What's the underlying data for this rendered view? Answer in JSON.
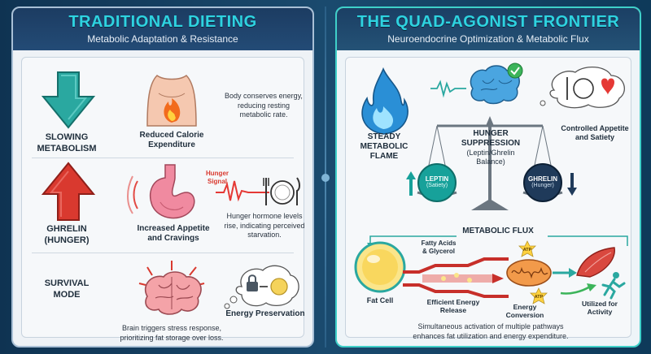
{
  "left_panel": {
    "title": "TRADITIONAL DIETING",
    "subtitle": "Metabolic Adaptation & Resistance",
    "rows": [
      {
        "label_line1": "SLOWING",
        "label_line2": "METABOLISM",
        "caption_line1": "Reduced Calorie",
        "caption_line2": "Expenditure",
        "desc_line1": "Body conserves energy,",
        "desc_line2": "reducing resting",
        "desc_line3": "metabolic rate."
      },
      {
        "label_line1": "GHRELIN",
        "label_line2": "(HUNGER)",
        "caption_line1": "Increased Appetite",
        "caption_line2": "and Cravings",
        "signal_line1": "Hunger",
        "signal_line2": "Signal",
        "desc_line1": "Hunger hormone levels",
        "desc_line2": "rise, indicating perceived",
        "desc_line3": "starvation."
      },
      {
        "label_line1": "SURVIVAL",
        "label_line2": "MODE",
        "caption": "Energy Preservation",
        "desc_line1": "Brain triggers stress response,",
        "desc_line2": "prioritizing fat storage over loss."
      }
    ]
  },
  "right_panel": {
    "title": "THE QUAD-AGONIST FRONTIER",
    "subtitle": "Neuroendocrine Optimization & Metabolic Flux",
    "flame_line1": "STEADY",
    "flame_line2": "METABOLIC",
    "flame_line3": "FLAME",
    "suppression_line1": "HUNGER",
    "suppression_line2": "SUPPRESSION",
    "suppression_line3": "(Leptin/Ghrelin",
    "suppression_line4": "Balance)",
    "leptin_label": "LEPTIN",
    "leptin_sub": "(Satiety)",
    "ghrelin_label": "GHRELIN",
    "ghrelin_sub": "(Hunger)",
    "appetite_line1": "Controlled Appetite",
    "appetite_line2": "and Satiety",
    "flux_title": "METABOLIC FLUX",
    "fatty_line1": "Fatty Acids",
    "fatty_line2": "& Glycerol",
    "atp": "ATP",
    "fat_cell": "Fat Cell",
    "release_line1": "Efficient Energy",
    "release_line2": "Release",
    "conversion_line1": "Energy",
    "conversion_line2": "Conversion",
    "utilized_line1": "Utilized for",
    "utilized_line2": "Activity",
    "foot_line1": "Simultaneous activation of multiple pathways",
    "foot_line2": "enhances fat utilization and energy expenditure."
  },
  "colors": {
    "accent_cyan": "#2ed3e0",
    "arrow_teal": "#2aa8a0",
    "arrow_red": "#d9392f",
    "flame_blue": "#2a8fd6"
  }
}
